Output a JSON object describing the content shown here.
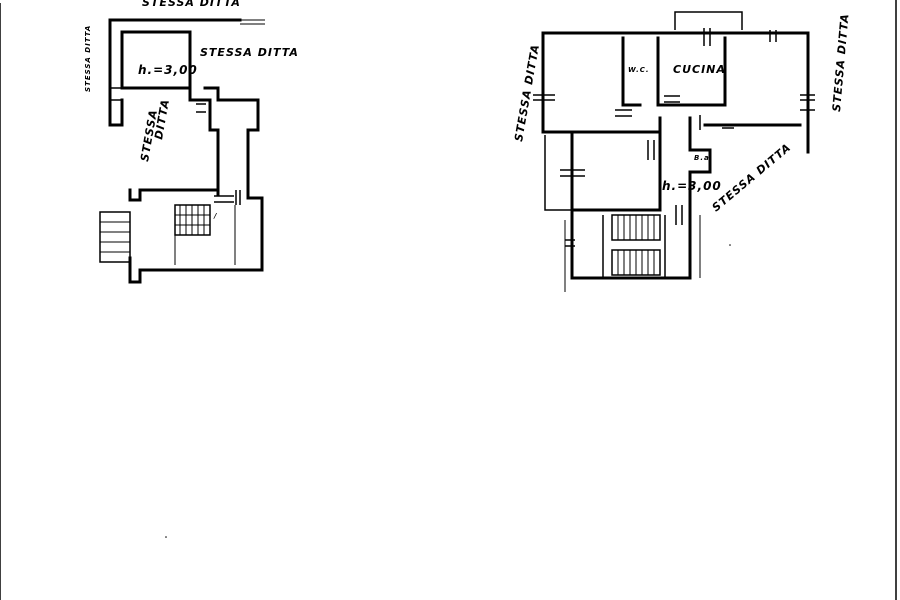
{
  "drawing": {
    "left_plan": {
      "label_top": "STESSA DITTA",
      "label_right": "STESSA DITTA",
      "label_left_vertical": "STESSA DITTA",
      "label_inner": "STESSA",
      "label_inner_2": "DITTA",
      "height_note": "h.=3,00"
    },
    "right_plan": {
      "label_left_vertical": "STESSA DITTA",
      "label_right_vertical": "STESSA DITTA",
      "label_diagonal": "STESSA DITTA",
      "room_wc": "W.C.",
      "room_kitchen": "CUCINA",
      "room_bath": "B.a",
      "height_note": "h.=3,00"
    }
  }
}
